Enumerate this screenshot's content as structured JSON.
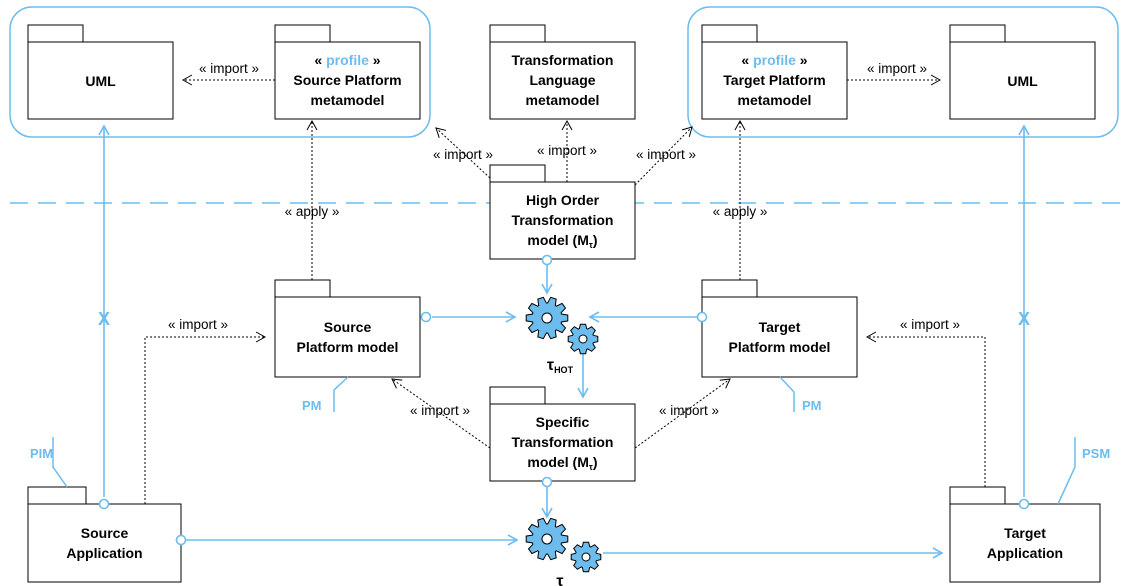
{
  "packages": {
    "uml_left": {
      "title": "UML"
    },
    "source_platform_metamodel": {
      "stereotype": "profile",
      "line1": "Source Platform",
      "line2": "metamodel"
    },
    "transformation_language_metamodel": {
      "line1": "Transformation",
      "line2": "Language",
      "line3": "metamodel"
    },
    "target_platform_metamodel": {
      "stereotype": "profile",
      "line1": "Target Platform",
      "line2": "metamodel"
    },
    "uml_right": {
      "title": "UML"
    },
    "hot_model": {
      "line1": "High Order",
      "line2": "Transformation",
      "line3": "model (M",
      "sub": "τ",
      "close": ")"
    },
    "source_platform_model": {
      "line1": "Source",
      "line2": "Platform model"
    },
    "target_platform_model": {
      "line1": "Target",
      "line2": "Platform model"
    },
    "specific_model": {
      "line1": "Specific",
      "line2": "Transformation",
      "line3": "model (M",
      "sub": "τ",
      "close": ")"
    },
    "source_application": {
      "line1": "Source",
      "line2": "Application"
    },
    "target_application": {
      "line1": "Target",
      "line2": "Application"
    }
  },
  "edge_labels": {
    "import_uml_left": "« import »",
    "import_uml_right": "« import »",
    "import_hot_left": "« import »",
    "import_hot_center": "« import »",
    "import_hot_right": "« import »",
    "apply_left": "« apply »",
    "apply_right": "« apply »",
    "import_src_app": "« import »",
    "import_tgt_app": "« import »",
    "import_specific_left": "« import »",
    "import_specific_right": "« import »"
  },
  "tags": {
    "pim": "PIM",
    "psm": "PSM",
    "pm_left": "PM",
    "pm_right": "PM"
  },
  "cross_marks": {
    "left": "X",
    "right": "X"
  },
  "transformations": {
    "hot": {
      "symbol": "τ",
      "sub": "HOT"
    },
    "tau": {
      "symbol": "τ"
    }
  },
  "colors": {
    "accent": "#6cbdee",
    "gear_fill": "#6cbdee",
    "line": "#000000"
  }
}
